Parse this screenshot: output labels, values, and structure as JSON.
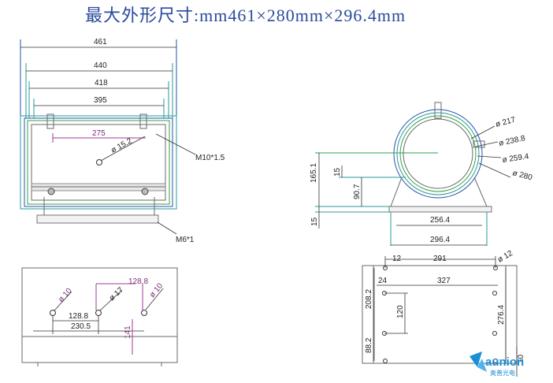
{
  "title": "最大外形尺寸:mm461×280mm×296.4mm",
  "front_view": {
    "widths": [
      "461",
      "440",
      "418",
      "395"
    ],
    "inner_span": "275",
    "hole_dia": "ø 15.2",
    "thread_label": "M10*1.5",
    "bottom_thread": "M6*1"
  },
  "side_view": {
    "diameters": [
      "ø 217",
      "ø 238.8",
      "ø 259.4",
      "ø 280"
    ],
    "heights": [
      "165.1",
      "15",
      "90.7",
      "15"
    ],
    "base_widths": [
      "256.4",
      "296.4"
    ]
  },
  "bottom_left": {
    "holes": [
      "ø 10",
      "ø 17",
      "128.8",
      "ø 10"
    ],
    "spans": [
      "128.8",
      "230.5"
    ],
    "vertical": "141"
  },
  "bottom_right": {
    "top_edge": "12",
    "top_span": "291",
    "corner_dia": "ø 12",
    "inner_offset": "24",
    "inner_span": "327",
    "left_upper": "208.2",
    "middle": "120",
    "right_height": "276.4",
    "left_lower": "88.2",
    "bottom_edge": "10"
  },
  "logo": {
    "name": "aunion",
    "sub": "奥普光电"
  }
}
